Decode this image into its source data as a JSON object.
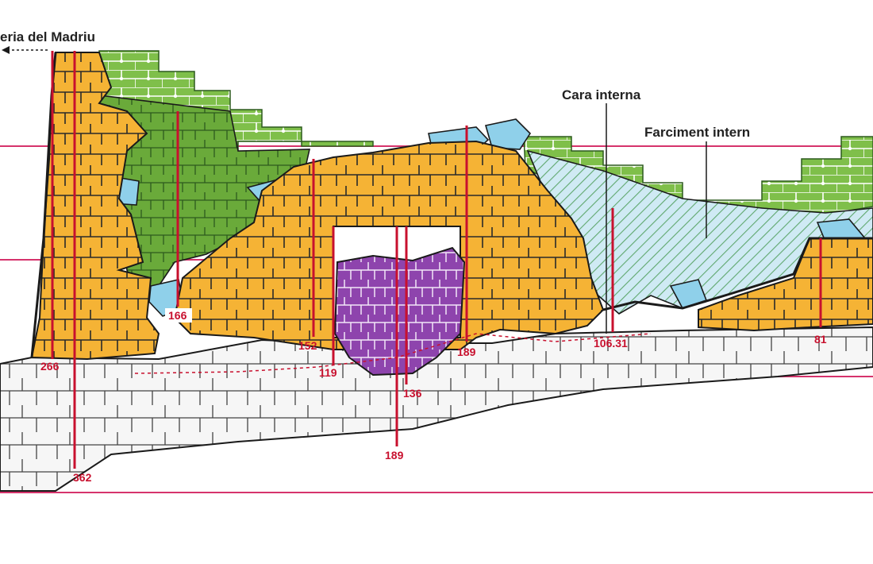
{
  "annotations": {
    "left_direction": "eria del Madriu",
    "inner_face": "Cara interna",
    "inner_fill": "Farciment intern"
  },
  "measurements": [
    {
      "id": "m266",
      "label": "266"
    },
    {
      "id": "m362",
      "label": "362"
    },
    {
      "id": "m166",
      "label": "166"
    },
    {
      "id": "m152",
      "label": "152"
    },
    {
      "id": "m119",
      "label": "119"
    },
    {
      "id": "m136",
      "label": "136"
    },
    {
      "id": "m189a",
      "label": "189"
    },
    {
      "id": "m189b",
      "label": "189"
    },
    {
      "id": "m106",
      "label": "106.31"
    },
    {
      "id": "m81",
      "label": "81"
    }
  ],
  "colors": {
    "stone_orange": "#f5b335",
    "stone_green": "#6aaa3a",
    "stone_blue": "#8fd0ea",
    "stone_purple": "#8e44ad",
    "stone_white": "#f6f6f6",
    "hatch_blue": "#c9e8f2",
    "measure_red": "#c8102e",
    "reference_magenta": "#d6336c",
    "outline": "#1a1a1a"
  }
}
